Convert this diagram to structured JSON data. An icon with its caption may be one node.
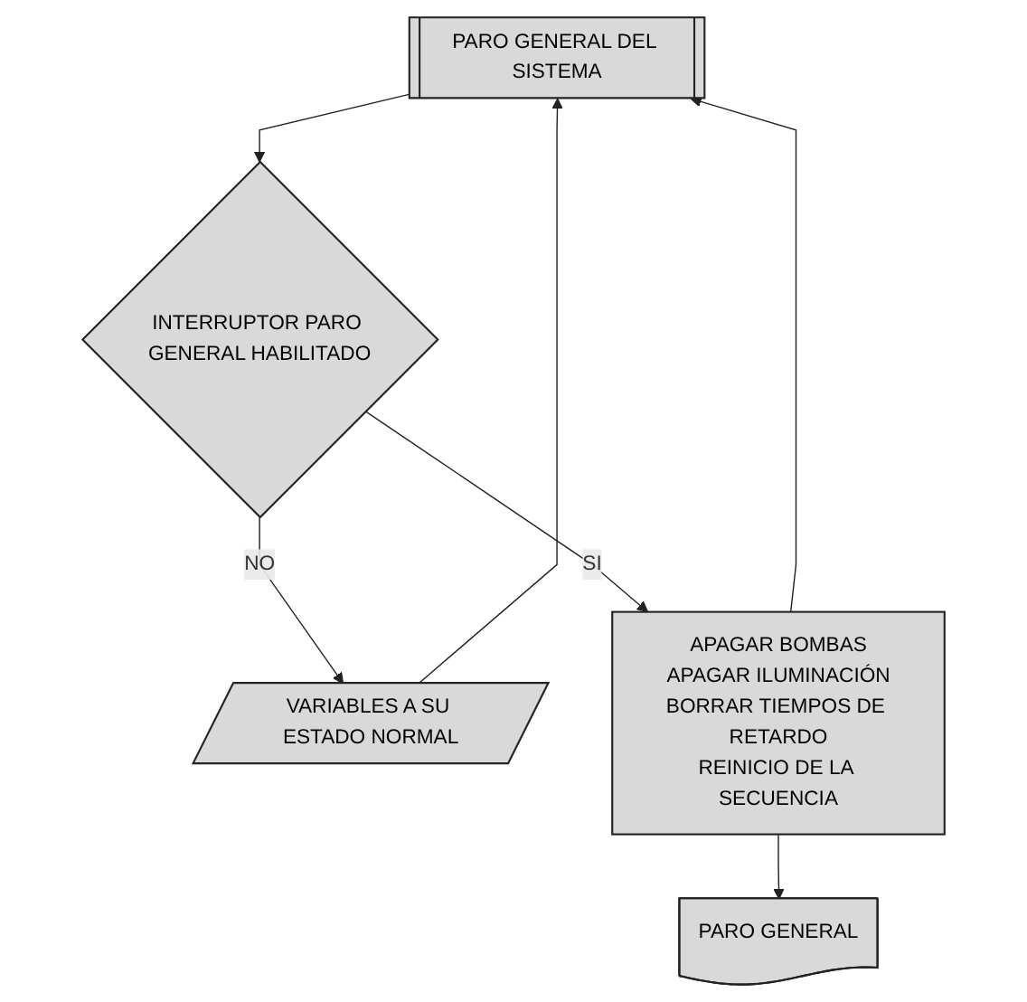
{
  "diagram": {
    "nodes": [
      {
        "text": [
          "PARO GENERAL DEL SISTEMA"
        ]
      },
      {
        "text": [
          "INTERRUPTOR PARO GENERAL HABILITADO"
        ]
      },
      {
        "text": [
          "VARIABLES A SU ESTADO NORMAL"
        ]
      },
      {
        "text": [
          "APAGAR BOMBAS",
          "APAGAR ILUMINACIÓN",
          "BORRAR TIEMPOS DE RETARDO",
          "REINICIO DE LA SECUENCIA"
        ]
      },
      {
        "text": [
          "PARO GENERAL"
        ]
      }
    ],
    "edges": [
      {
        "from": 0,
        "to": 1,
        "arrow": "to"
      },
      {
        "from": 1,
        "to": 2,
        "arrow": "to",
        "label": "NO"
      },
      {
        "from": 2,
        "to": 0,
        "arrow": "to"
      },
      {
        "from": 1,
        "to": 3,
        "arrow": "to",
        "label": "SI"
      },
      {
        "from": 3,
        "to": 4,
        "arrow": "to"
      },
      {
        "from": 3,
        "to": 0,
        "arrow": "to"
      }
    ]
  }
}
